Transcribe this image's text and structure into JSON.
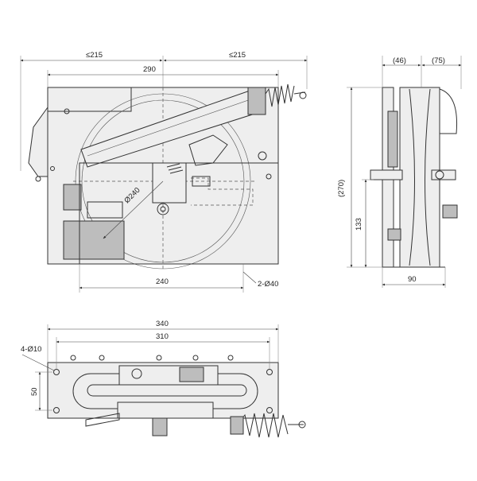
{
  "front_view": {
    "dim_left_half": "≤215",
    "dim_right_half": "≤215",
    "dim_upper_width": "290",
    "dim_sheave_diameter": "Ø240",
    "dim_base_width": "240",
    "dim_mount_holes": "2-Ø40"
  },
  "side_view": {
    "dim_left_offset": "(46)",
    "dim_right_offset": "(75)",
    "dim_total_height": "(270)",
    "dim_height": "133",
    "dim_width": "90"
  },
  "top_view": {
    "dim_total_length": "340",
    "dim_hole_spacing": "310",
    "dim_holes": "4-Ø10",
    "dim_height": "50"
  }
}
